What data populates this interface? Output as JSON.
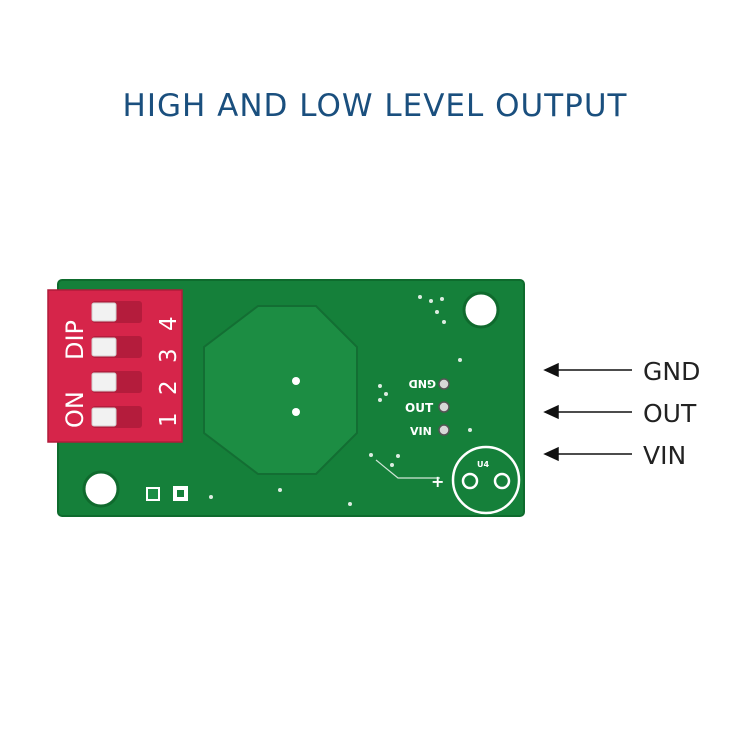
{
  "title": "HIGH AND LOW LEVEL OUTPUT",
  "colors": {
    "title": "#1a4f7e",
    "pcb": "#15803a",
    "pcb_dark": "#0e6b2d",
    "dip_switch": "#d6254a",
    "silkscreen": "#ffffff"
  },
  "dip_switch": {
    "label_on": "ON",
    "label_dip": "DIP",
    "numbers": [
      "1",
      "2",
      "3",
      "4"
    ]
  },
  "silkscreen": {
    "gnd": "GND",
    "out": "OUT",
    "vin": "VIN",
    "component": "U4",
    "plus": "+"
  },
  "pins": [
    {
      "label": "GND"
    },
    {
      "label": "OUT"
    },
    {
      "label": "VIN"
    }
  ]
}
